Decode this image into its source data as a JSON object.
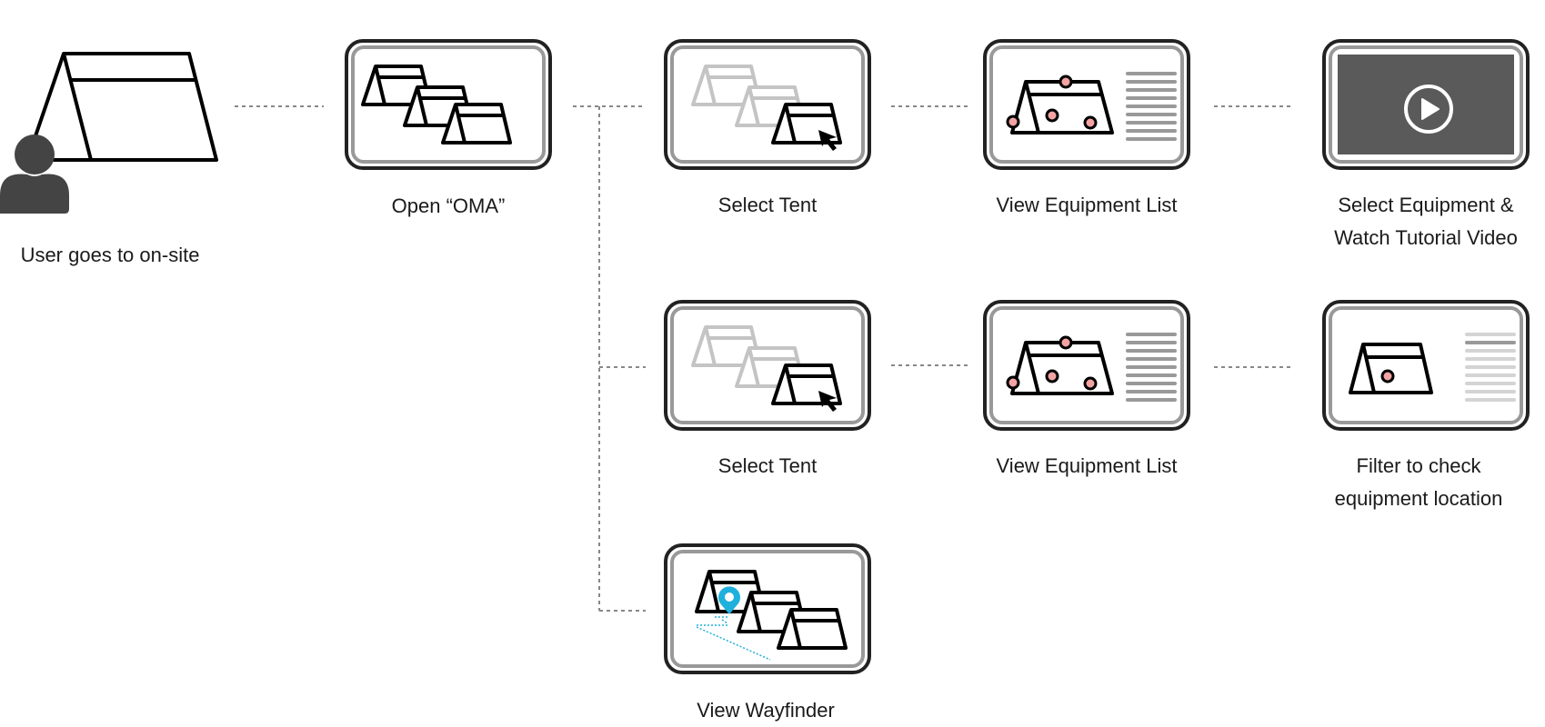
{
  "diagram": {
    "type": "user-flow",
    "start": {
      "label": "User goes to on-site",
      "icon": "user-with-tent-icon"
    },
    "steps": [
      {
        "id": "open-oma",
        "label": "Open “OMA”",
        "icon": "tents-group-icon"
      },
      {
        "id": "select-tent-1",
        "label": "Select Tent",
        "icon": "select-tent-icon"
      },
      {
        "id": "view-equipment-list-1",
        "label": "View Equipment List",
        "icon": "equipment-list-icon"
      },
      {
        "id": "watch-video",
        "label_line1": "Select Equipment &",
        "label_line2": "Watch Tutorial Video",
        "icon": "play-video-icon"
      },
      {
        "id": "select-tent-2",
        "label": "Select Tent",
        "icon": "select-tent-icon"
      },
      {
        "id": "view-equipment-list-2",
        "label": "View Equipment List",
        "icon": "equipment-list-icon"
      },
      {
        "id": "filter-location",
        "label_line1": "Filter to check",
        "label_line2": "equipment location",
        "icon": "filtered-list-icon"
      },
      {
        "id": "view-wayfinder",
        "label": "View Wayfinder",
        "icon": "wayfinder-map-icon"
      }
    ],
    "edges": [
      [
        "start",
        "open-oma"
      ],
      [
        "open-oma",
        "select-tent-1"
      ],
      [
        "select-tent-1",
        "view-equipment-list-1"
      ],
      [
        "view-equipment-list-1",
        "watch-video"
      ],
      [
        "open-oma",
        "select-tent-2"
      ],
      [
        "select-tent-2",
        "view-equipment-list-2"
      ],
      [
        "view-equipment-list-2",
        "filter-location"
      ],
      [
        "open-oma",
        "view-wayfinder"
      ]
    ],
    "colors": {
      "outline": "#222222",
      "inner_border": "#999999",
      "connector": "#888888",
      "faded_tent": "#c4c4c4",
      "equipment_dot": "#f4a3a3",
      "pin": "#1fb0dc",
      "video_bg": "#5a5a5a",
      "user": "#444444"
    }
  }
}
